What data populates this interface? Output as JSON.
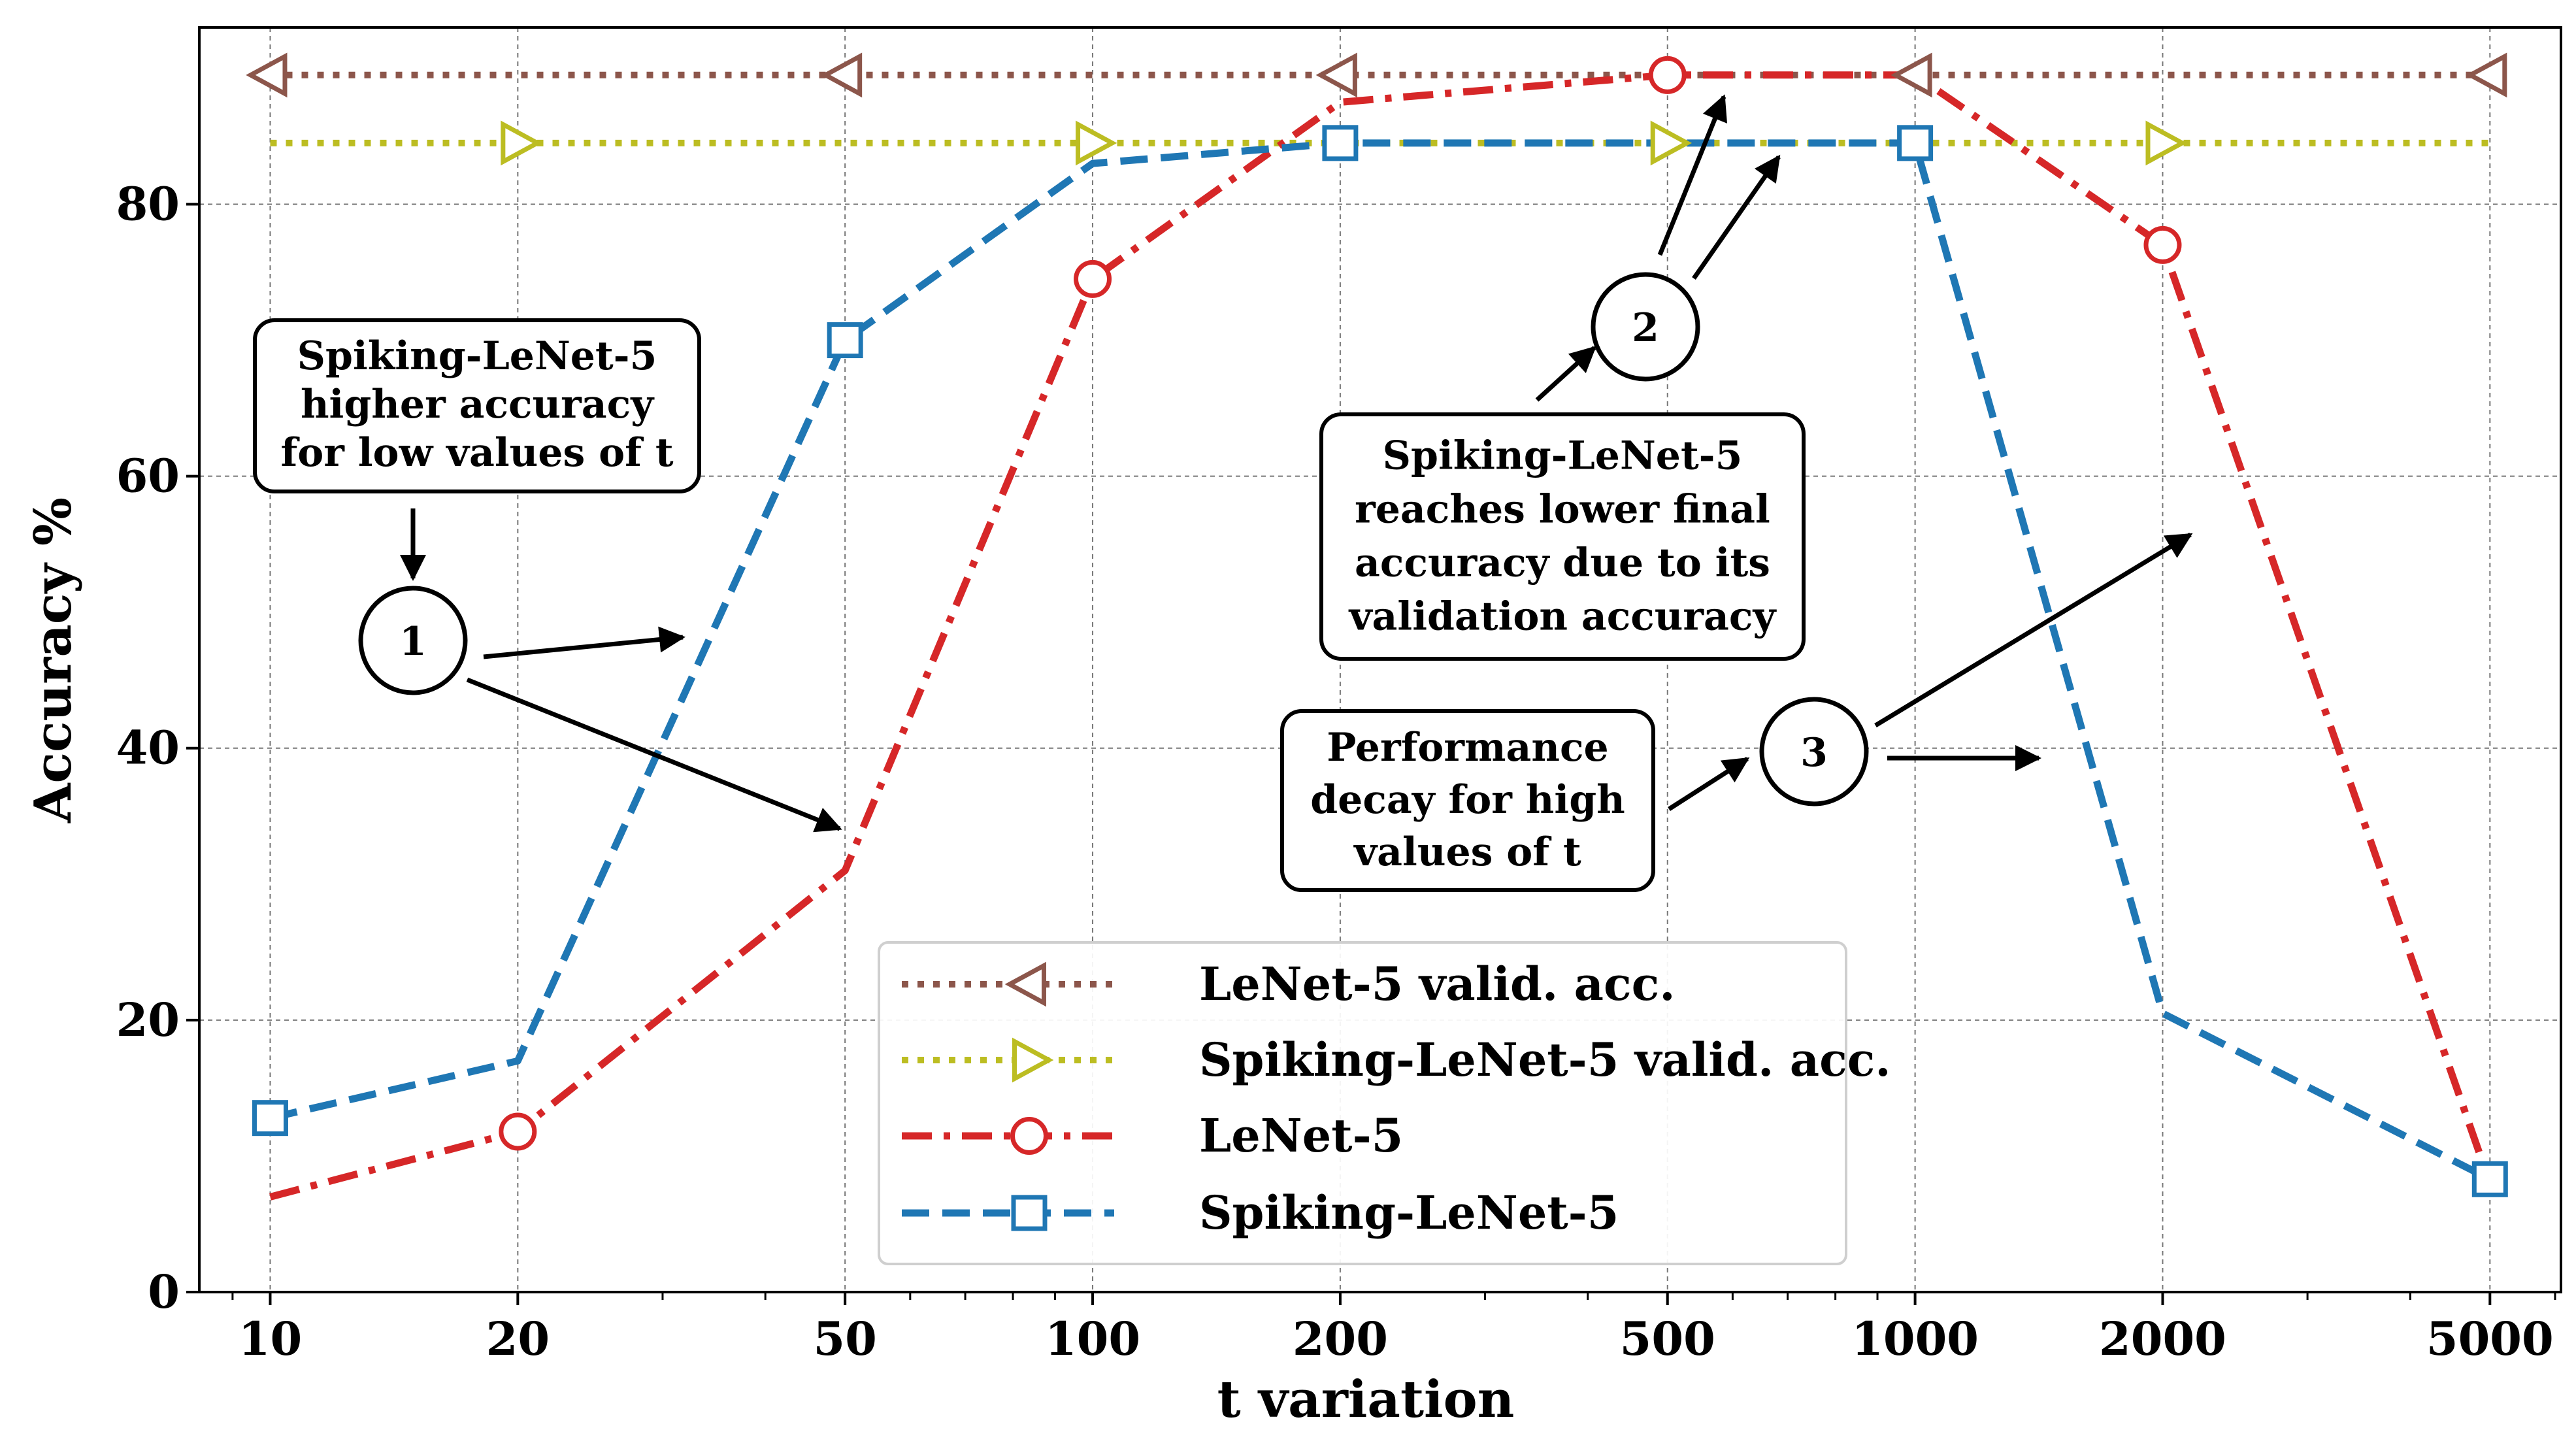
{
  "chart_data": {
    "type": "line",
    "xscale": "log",
    "xlabel": "t variation",
    "ylabel": "Accuracy %",
    "x": [
      10,
      20,
      50,
      100,
      200,
      500,
      1000,
      2000,
      5000
    ],
    "xticks": [
      "10",
      "20",
      "50",
      "100",
      "200",
      "500",
      "1000",
      "2000",
      "5000"
    ],
    "yticks": [
      "0",
      "20",
      "40",
      "60",
      "80"
    ],
    "xlim": [
      8.2,
      6100
    ],
    "ylim": [
      0,
      93
    ],
    "grid": true,
    "legend_position": "lower-center",
    "series": [
      {
        "name": "LeNet-5 valid. acc.",
        "x": [
          10,
          5000
        ],
        "values": [
          89.5,
          89.5
        ],
        "marker_x": [
          10,
          50,
          200,
          1000,
          5000
        ],
        "color": "#8c564b",
        "style": "dotted",
        "marker": "triangle-left"
      },
      {
        "name": "Spiking-LeNet-5 valid. acc.",
        "x": [
          10,
          5000
        ],
        "values": [
          84.5,
          84.5
        ],
        "marker_x": [
          20,
          100,
          500,
          2000
        ],
        "color": "#bcbd22",
        "style": "dotted",
        "marker": "triangle-right"
      },
      {
        "name": "LeNet-5",
        "x": [
          10,
          20,
          50,
          100,
          200,
          500,
          1000,
          2000,
          5000
        ],
        "values": [
          7,
          11.8,
          31,
          74.5,
          87.5,
          89.5,
          89.5,
          77,
          8
        ],
        "marker_x": [
          20,
          100,
          500,
          2000
        ],
        "color": "#d62728",
        "style": "dashdot",
        "marker": "circle"
      },
      {
        "name": "Spiking-LeNet-5",
        "x": [
          10,
          20,
          50,
          100,
          200,
          500,
          1000,
          2000,
          5000
        ],
        "values": [
          12.8,
          17,
          70,
          83,
          84.5,
          84.5,
          84.5,
          20.5,
          8.3
        ],
        "marker_x": [
          10,
          50,
          200,
          1000,
          5000
        ],
        "color": "#1f77b4",
        "style": "dashed",
        "marker": "square"
      }
    ],
    "annotations": [
      {
        "id": "ann1",
        "lines": [
          "Spiking-LeNet-5",
          "higher accuracy",
          "for low values of t"
        ]
      },
      {
        "id": "ann2",
        "lines": [
          "Spiking-LeNet-5",
          "reaches lower final",
          "accuracy due to its",
          "validation accuracy"
        ]
      },
      {
        "id": "ann3",
        "lines": [
          "Performance",
          "decay for high",
          "values of t"
        ]
      }
    ],
    "badges": [
      "1",
      "2",
      "3"
    ]
  }
}
